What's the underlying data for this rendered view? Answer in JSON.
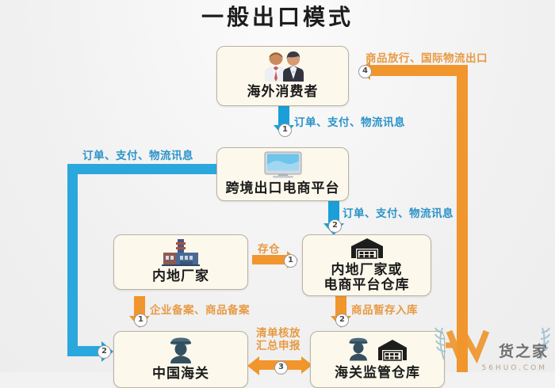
{
  "title": "一般出口模式",
  "nodes": {
    "consumer": {
      "label": "海外消费者",
      "icon": "two-people-icon"
    },
    "platform": {
      "label": "跨境出口电商平台",
      "icon": "computer-monitor-icon"
    },
    "factory": {
      "label": "内地厂家",
      "icon": "factory-icon"
    },
    "warehouse": {
      "label_line1": "内地厂家或",
      "label_line2": "电商平台仓库",
      "icon": "warehouse-icon"
    },
    "customs": {
      "label": "中国海关",
      "icon": "customs-officer-icon"
    },
    "bonded": {
      "label": "海关监管仓库",
      "icon": "officer-warehouse-icon"
    }
  },
  "flows": {
    "consumer_to_platform": {
      "text": "订单、支付、物流讯息",
      "step": "1",
      "color": "#2b93c9"
    },
    "platform_to_warehouse": {
      "text": "订单、支付、物流讯息",
      "step": "2",
      "color": "#2b93c9"
    },
    "platform_to_customs": {
      "text": "订单、支付、物流讯息",
      "step": "2",
      "color": "#2b93c9"
    },
    "factory_to_warehouse": {
      "text": "存仓",
      "step": "1",
      "color": "#e79a43"
    },
    "factory_to_customs": {
      "text": "企业备案、商品备案",
      "step": "1",
      "color": "#e79a43"
    },
    "warehouse_to_bonded": {
      "text": "商品暂存入库",
      "step": "2",
      "color": "#e79a43"
    },
    "bonded_to_customs": {
      "line1": "清单核放",
      "line2": "汇总申报",
      "step": "3",
      "color": "#e79a43"
    },
    "export_to_consumer": {
      "text": "商品放行、国际物流出口",
      "step": "4",
      "color": "#e79a43"
    }
  },
  "watermark": {
    "brand": "货之家",
    "domain": "56HUO.COM",
    "logo": "w-laurel-logo"
  },
  "colors": {
    "blue": "#1a9fd8",
    "orange": "#f0962d",
    "box_fill": "#fdf8ec",
    "box_border": "#b9b2a2"
  }
}
